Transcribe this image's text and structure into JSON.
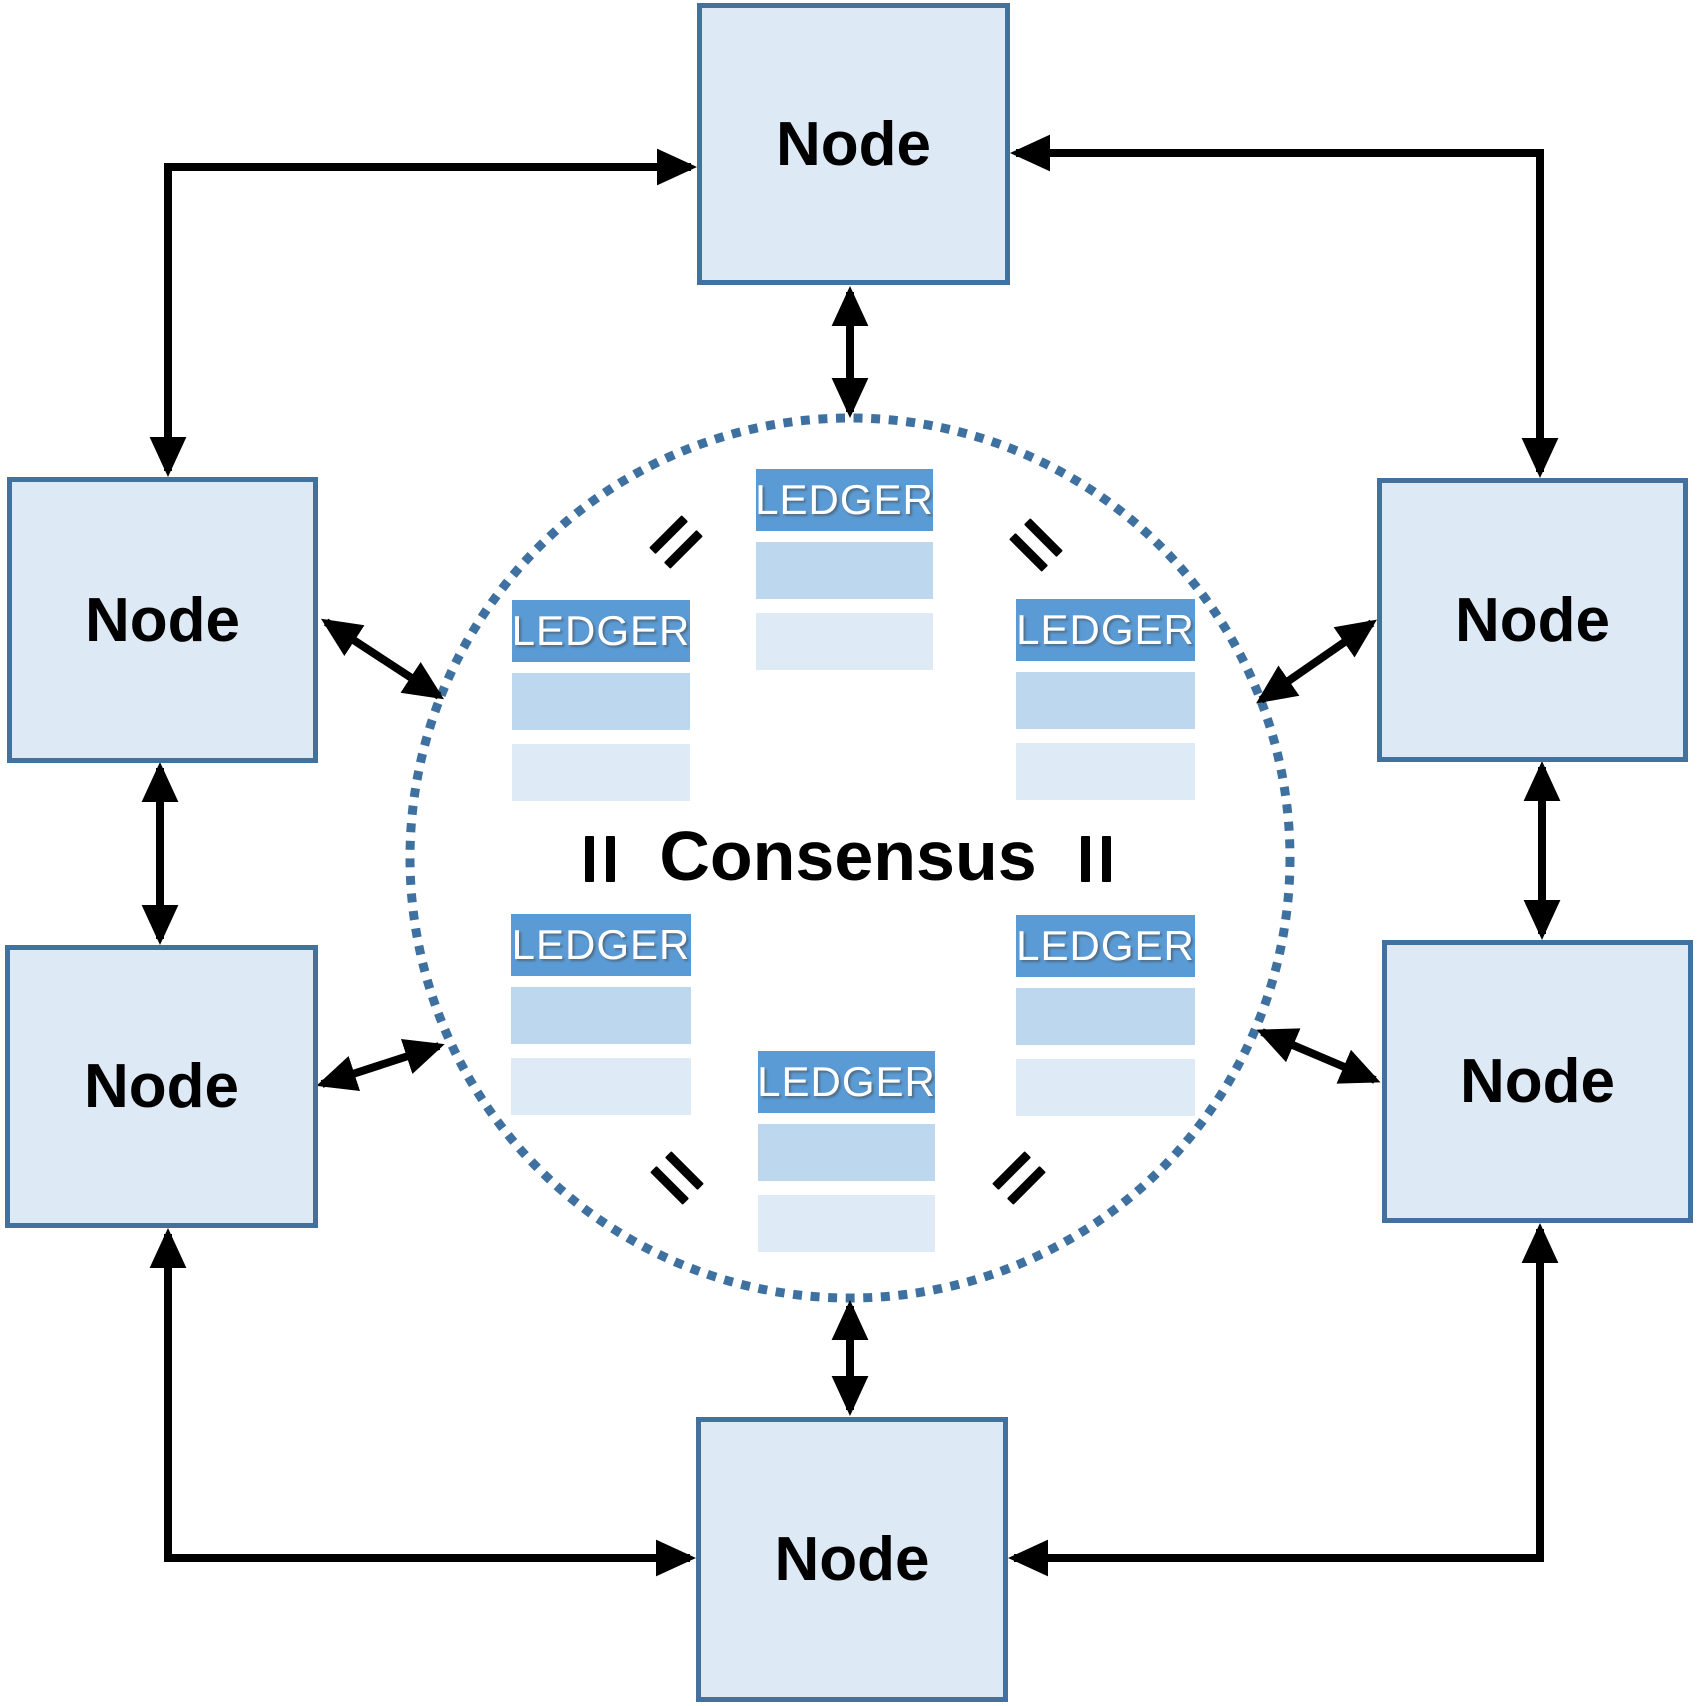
{
  "diagram": {
    "consensus_label": "Consensus",
    "description": "Distributed peer-to-peer network of nodes reaching consensus over identical ledgers"
  },
  "nodes": [
    {
      "id": "top",
      "label": "Node"
    },
    {
      "id": "left-upper",
      "label": "Node"
    },
    {
      "id": "right-upper",
      "label": "Node"
    },
    {
      "id": "left-lower",
      "label": "Node"
    },
    {
      "id": "right-lower",
      "label": "Node"
    },
    {
      "id": "bottom",
      "label": "Node"
    }
  ],
  "ledgers": [
    {
      "id": "top",
      "label": "LEDGER"
    },
    {
      "id": "upper-left",
      "label": "LEDGER"
    },
    {
      "id": "upper-right",
      "label": "LEDGER"
    },
    {
      "id": "lower-left",
      "label": "LEDGER"
    },
    {
      "id": "lower-right",
      "label": "LEDGER"
    },
    {
      "id": "bottom",
      "label": "LEDGER"
    }
  ],
  "colors": {
    "node_fill": "#DDE9F5",
    "node_border": "#41719C",
    "ledger_header": "#5B9BD5",
    "ledger_row_mid": "#BDD7EE",
    "ledger_row_light": "#DEEAF6",
    "ring": "#3E70A0",
    "arrow": "#000000",
    "text": "#000000",
    "ledger_text": "#FFFFFF"
  }
}
